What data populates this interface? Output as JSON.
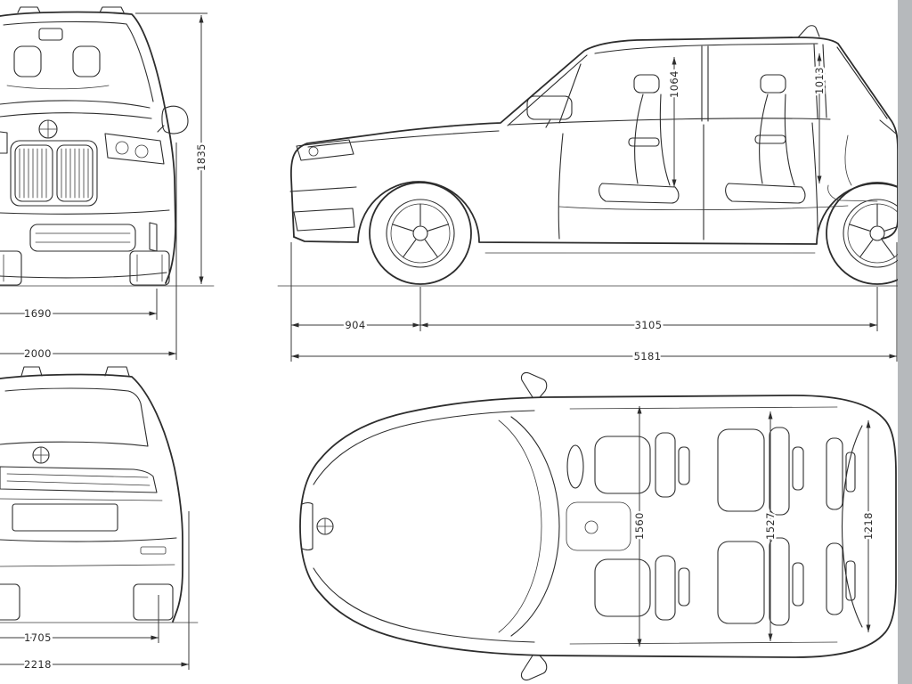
{
  "colors": {
    "line": "#2d2d2d",
    "background": "#ffffff",
    "edge_strip": "#b6b9bc"
  },
  "icons": [
    "bmw-roundel-icon"
  ],
  "views": {
    "front": {
      "height": "1835",
      "track_width": "1690",
      "overall_width": "2000"
    },
    "side": {
      "front_overhang": "904",
      "wheelbase": "3105",
      "overall_length": "5181",
      "headroom_front": "1064",
      "headroom_rear": "1013"
    },
    "rear": {
      "track_width_rear": "1705",
      "overall_width_rear": "2218"
    },
    "top": {
      "interior_width_row1": "1560",
      "interior_width_row2": "1527",
      "interior_width_row3": "1218"
    }
  }
}
